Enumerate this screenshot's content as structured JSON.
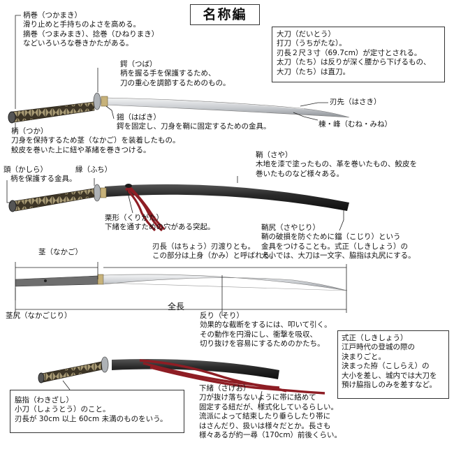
{
  "title": "名称編",
  "notes": {
    "tsukamaki": [
      "柄巻（つかまき）",
      "滑り止めと手持ちのよさを高める。",
      "摘巻（つまみまき）、捻巻（ひねりまき）",
      "などいろいろな巻きかたがある。"
    ],
    "daito": [
      "大刀（だいとう）",
      "打刀（うちがたな）。",
      "刃長２尺３寸（69.7cm）が定寸とされる。",
      "太刀（たち）は反りが深く腰から下げるもの、",
      "大刀（たち）は直刀。"
    ],
    "tsuba": [
      "鍔（つば）",
      "柄を握る手を保護するため、",
      "刀の重心を調節するためのもの。"
    ],
    "hasaki": "刃先（はさき）",
    "habaki": [
      "鎺（はばき）",
      "鍔を固定し、刀身を鞘に固定するための金具。"
    ],
    "mune": "棟・峰（むね・みね）",
    "tsuka": [
      "柄（つか）",
      "刀身を保持するため茎（なかご）を装着したもの。",
      "鮫皮を巻いた上に紐や革緒を巻きつける。"
    ],
    "saya": [
      "鞘（さや）",
      "木地を漆で塗ったもの、革を巻いたもの、鮫皮を",
      "巻いたものなど様々ある。"
    ],
    "kashira": [
      "頭（かしら）",
      "柄を保護する金具。"
    ],
    "fuchi": "縁（ふち）",
    "kurigata": [
      "栗形（くりがた）",
      "下緒を通すための穴がある突起。"
    ],
    "kojiri": [
      "鞘尻（さやじり）",
      "鞘の破損を防ぐために鐺（こじり）という",
      "金具をつけることも。式正（しきしょう）の",
      "大小では、大刀は一文字、脇指は丸尻にする。"
    ],
    "nakago": "茎（なかご）",
    "hacho": [
      "刃長（はちょう）刃渡りとも。",
      "この部分は上身（かみ）と呼ばれる。"
    ],
    "nakagojiri": "茎尻（なかごじり）",
    "zencho": "全長",
    "sori": [
      "反り（そり）",
      "効果的な截断をするには、叩いて引く。",
      "その動作を円滑にし、衝撃を吸収、",
      "切り抜けを容易にするためのかたち。"
    ],
    "shikisho": [
      "式正（しきしょう）",
      "江戸時代の登城の際の",
      "決まりごと。",
      "決まった拵（こしらえ）の",
      "大小を差し、城内では大刀を",
      "預け脇指しのみを差すなど。"
    ],
    "sageo": [
      "下緒（さげお）",
      "刀が抜け落ちないように帯に絡めて",
      "固定する紐だが、様式化しているらしい。",
      "流派によって結束したり垂らしたり帯に",
      "はさんだり、扱いは様々だとか。長さも",
      "様々あるが約一尋（170cm）前後くらい。"
    ],
    "wakizashi": [
      "脇指（わきざし）",
      "小刀（しょうとう）のこと。",
      "刃長が 30cm 以上 60cm 未満のものをいう。"
    ]
  },
  "colors": {
    "blade": "#c9ccd0",
    "scabbard": "#2a2a2a",
    "sageo": "#8e1d24",
    "handle": "#3d3526",
    "line": "#222222"
  }
}
